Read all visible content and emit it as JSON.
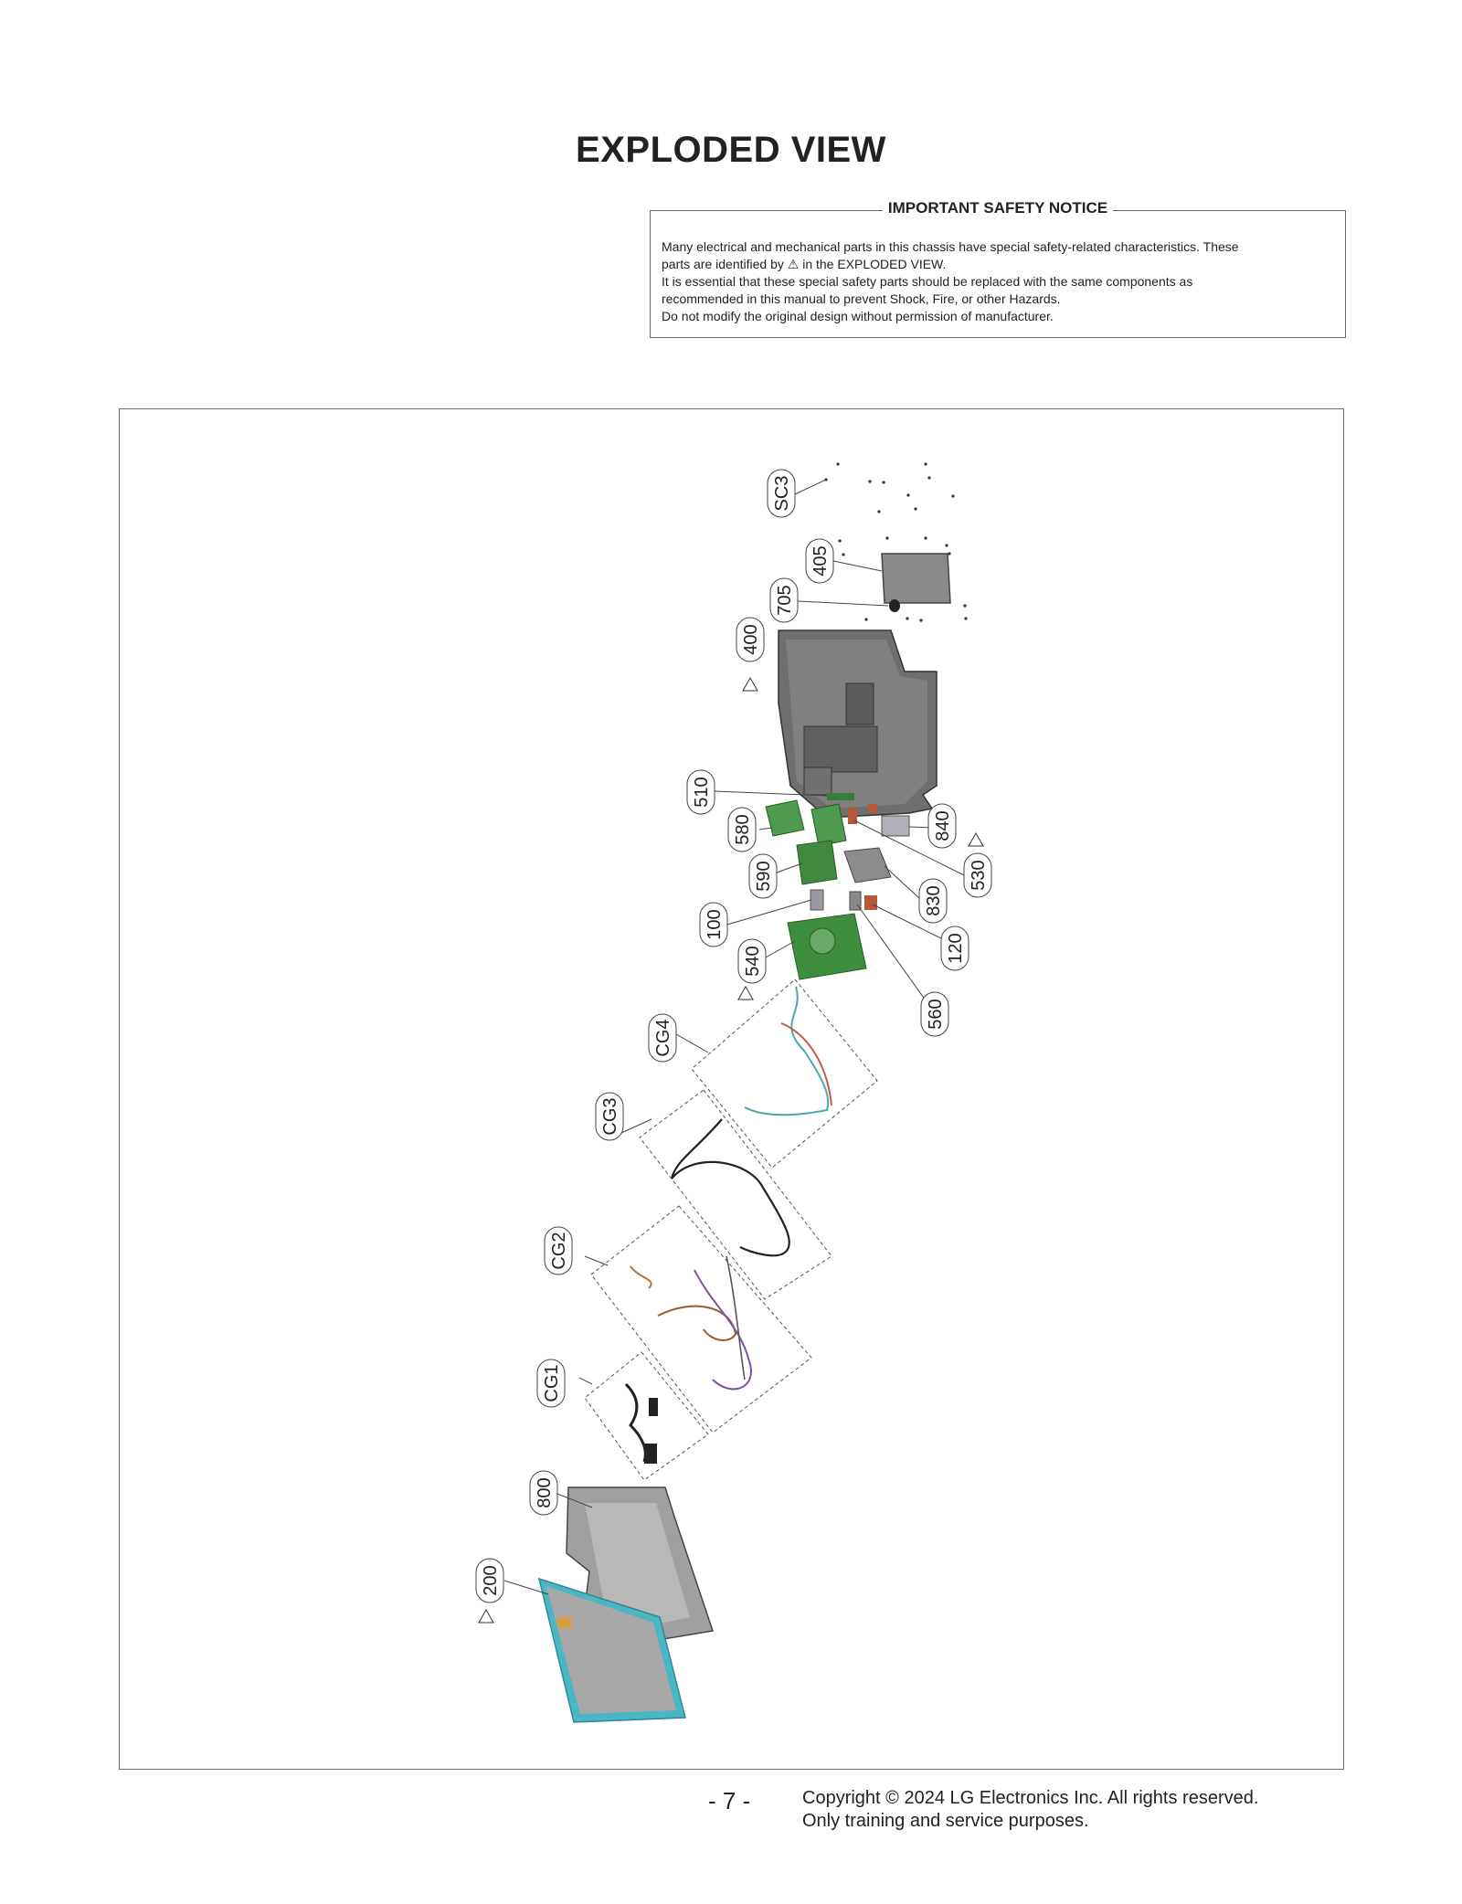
{
  "page": {
    "title": "EXPLODED VIEW",
    "page_number": "- 7 -",
    "footer_line1": "Copyright © 2024 LG Electronics Inc. All rights reserved.",
    "footer_line2": "Only training and service purposes."
  },
  "notice": {
    "title": "IMPORTANT SAFETY NOTICE",
    "line1": "Many electrical and mechanical parts in this chassis have special safety-related characteristics. These",
    "line2_before": "parts are identified by",
    "line2_after": "in the EXPLODED VIEW.",
    "line3": "It is essential that these special safety parts should be replaced with the same components as",
    "line4": "recommended in this manual to prevent Shock, Fire, or other Hazards.",
    "line5": "Do not modify the original design without permission of manufacturer."
  },
  "safety_symbol": "⚠",
  "callouts": {
    "sc3": "SC3",
    "p405": "405",
    "p705": "705",
    "p400": "400",
    "p510": "510",
    "p580": "580",
    "p590": "590",
    "p100": "100",
    "p540": "540",
    "p840": "840",
    "p530": "530",
    "p830": "830",
    "p120": "120",
    "p560": "560",
    "cg4": "CG4",
    "cg3": "CG3",
    "cg2": "CG2",
    "cg1": "CG1",
    "p800": "800",
    "p200": "200"
  }
}
